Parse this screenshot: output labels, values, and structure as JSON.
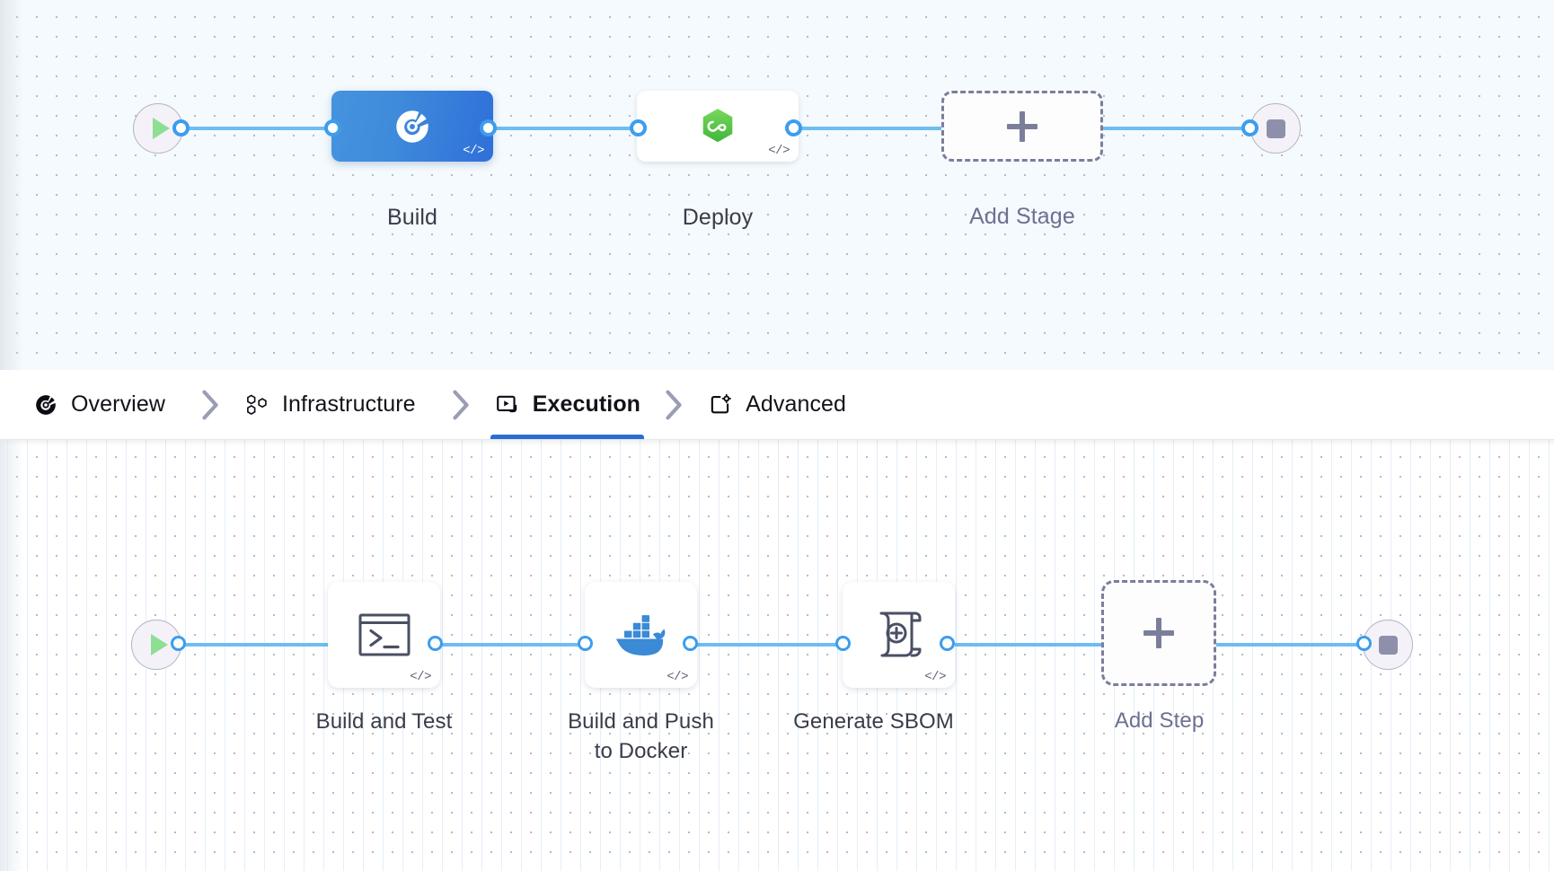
{
  "stage_canvas": {
    "name": "pipeline-stage-canvas",
    "start_node": {
      "icon": "play-icon",
      "label": ""
    },
    "end_node": {
      "icon": "stop-icon",
      "label": ""
    },
    "stages": [
      {
        "label": "Build",
        "icon": "harness-ci-icon",
        "badge": "</>",
        "selected": true
      },
      {
        "label": "Deploy",
        "icon": "harness-cd-icon",
        "badge": "</>",
        "selected": false
      }
    ],
    "add_stage": {
      "label": "Add Stage",
      "icon": "plus-icon"
    }
  },
  "tabbar": {
    "name": "stage-config-tabs",
    "separator": "chevron-right-icon",
    "tabs": [
      {
        "label": "Overview",
        "icon": "overview-icon",
        "active": false
      },
      {
        "label": "Infrastructure",
        "icon": "infrastructure-icon",
        "active": false
      },
      {
        "label": "Execution",
        "icon": "execution-icon",
        "active": true
      },
      {
        "label": "Advanced",
        "icon": "advanced-icon",
        "active": false
      }
    ]
  },
  "step_canvas": {
    "name": "pipeline-step-canvas",
    "start_node": {
      "icon": "play-icon"
    },
    "end_node": {
      "icon": "stop-icon"
    },
    "steps": [
      {
        "label": "Build and Test",
        "icon": "terminal-icon",
        "badge": "</>"
      },
      {
        "label": "Build and Push\nto Docker",
        "icon": "docker-icon",
        "badge": "</>"
      },
      {
        "label": "Generate SBOM",
        "icon": "sbom-scroll-icon",
        "badge": "</>"
      }
    ],
    "add_step": {
      "label": "Add Step",
      "icon": "plus-icon"
    }
  },
  "colors": {
    "accent_blue": "#2b6dd4",
    "wire_blue": "#6dbdf2",
    "port_blue": "#3c9dee",
    "selected_stage_from": "#4594de",
    "selected_stage_to": "#2f70d9",
    "cd_green": "#5fc54a",
    "docker_blue": "#3a8ad6",
    "start_green": "#8ede93",
    "stop_gray": "#8e90ab",
    "dashed_border": "#7b7e9b",
    "label_text": "#3a3c49",
    "muted_text": "#6d7091",
    "stage_canvas_bg": "#f4fafd",
    "step_canvas_bg": "#ffffff"
  }
}
